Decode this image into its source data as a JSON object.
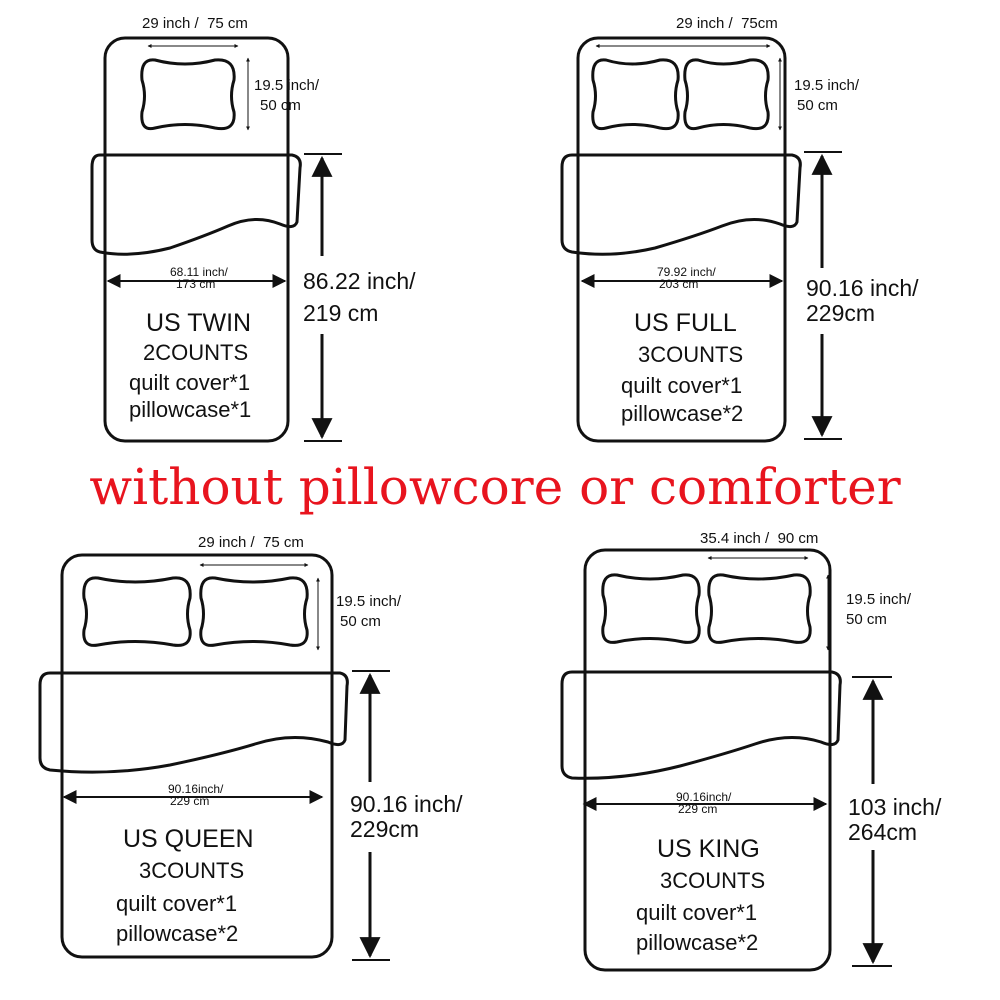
{
  "banner": "without pillowcore or comforter",
  "colors": {
    "banner": "#e8141e",
    "lines": "#111111"
  },
  "beds": {
    "twin": {
      "pillow_width_a": "29 inch /",
      "pillow_width_b": "75 cm",
      "pillow_height_a": "19.5   inch/",
      "pillow_height_b": "50   cm",
      "cover_width_a": "68.11 inch/",
      "cover_width_b": "173 cm",
      "cover_length_a": "86.22 inch/",
      "cover_length_b": "219 cm",
      "name": "US TWIN",
      "count": "2COUNTS",
      "item1": "quilt cover*1",
      "item2": "pillowcase*1"
    },
    "full": {
      "pillow_width_a": "29 inch /",
      "pillow_width_b": "75cm",
      "pillow_height_a": "19.5  inch/",
      "pillow_height_b": "50 cm",
      "cover_width_a": "79.92 inch/",
      "cover_width_b": "203 cm",
      "cover_length_a": "90.16 inch/",
      "cover_length_b": "229cm",
      "name": "US FULL",
      "count": "3COUNTS",
      "item1": "quilt cover*1",
      "item2": "pillowcase*2"
    },
    "queen": {
      "pillow_width_a": "29 inch /",
      "pillow_width_b": "75 cm",
      "pillow_height_a": "19.5 inch/",
      "pillow_height_b": "50 cm",
      "cover_width_a": "90.16inch/",
      "cover_width_b": "229 cm",
      "cover_length_a": "90.16 inch/",
      "cover_length_b": "229cm",
      "name": "US QUEEN",
      "count": "3COUNTS",
      "item1": "quilt cover*1",
      "item2": "pillowcase*2"
    },
    "king": {
      "pillow_width_a": "35.4 inch /",
      "pillow_width_b": "90 cm",
      "pillow_height_a": "19.5 inch/",
      "pillow_height_b": "50 cm",
      "cover_width_a": "90.16inch/",
      "cover_width_b": "229 cm",
      "cover_length_a": "103 inch/",
      "cover_length_b": "264cm",
      "name": "US KING",
      "count": "3COUNTS",
      "item1": "quilt cover*1",
      "item2": "pillowcase*2"
    }
  }
}
